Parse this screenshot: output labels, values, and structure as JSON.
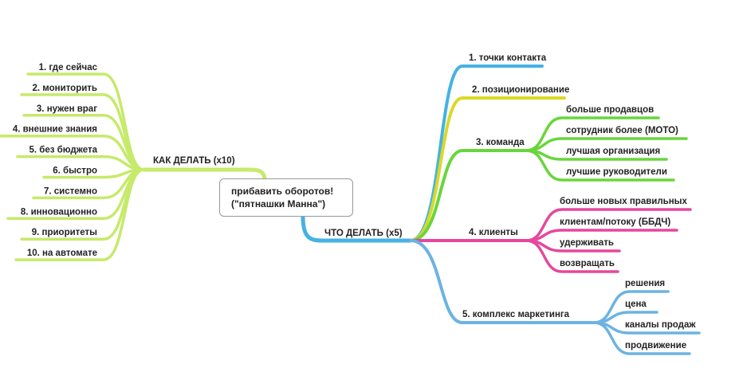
{
  "center": {
    "line1": "прибавить оборотов!",
    "line2": "(\"пятнашки Манна\")"
  },
  "colors": {
    "how": "#c6ea6a",
    "blue": "#45b2e3",
    "yellow": "#d9d927",
    "green": "#68d63b",
    "pink": "#e5479e",
    "lightblue": "#6cb3e2"
  },
  "how": {
    "label": "КАК ДЕЛАТЬ (x10)",
    "items": [
      "1. где сейчас",
      "2. мониторить",
      "3. нужен враг",
      "4. внешние знания",
      "5. без бюджета",
      "6. быстро",
      "7. системно",
      "8. инновационно",
      "9. приоритеты",
      "10. на автомате"
    ]
  },
  "what": {
    "label": "ЧТО ДЕЛАТЬ (x5)",
    "branches": [
      {
        "label": "1. точки контакта",
        "color": "#45b2e3",
        "children": []
      },
      {
        "label": "2. позиционирование",
        "color": "#d9d927",
        "children": []
      },
      {
        "label": "3. команда",
        "color": "#68d63b",
        "children": [
          "больше продавцов",
          "сотрудник более (МОТО)",
          "лучшая организация",
          "лучшие руководители"
        ]
      },
      {
        "label": "4. клиенты",
        "color": "#e5479e",
        "children": [
          "больше новых правильных",
          "клиентам/потоку (ББДЧ)",
          "удерживать",
          "возвращать"
        ]
      },
      {
        "label": "5. комплекс маркетинга",
        "color": "#6cb3e2",
        "children": [
          "решения",
          "цена",
          "каналы продаж",
          "продвижение"
        ]
      }
    ]
  }
}
